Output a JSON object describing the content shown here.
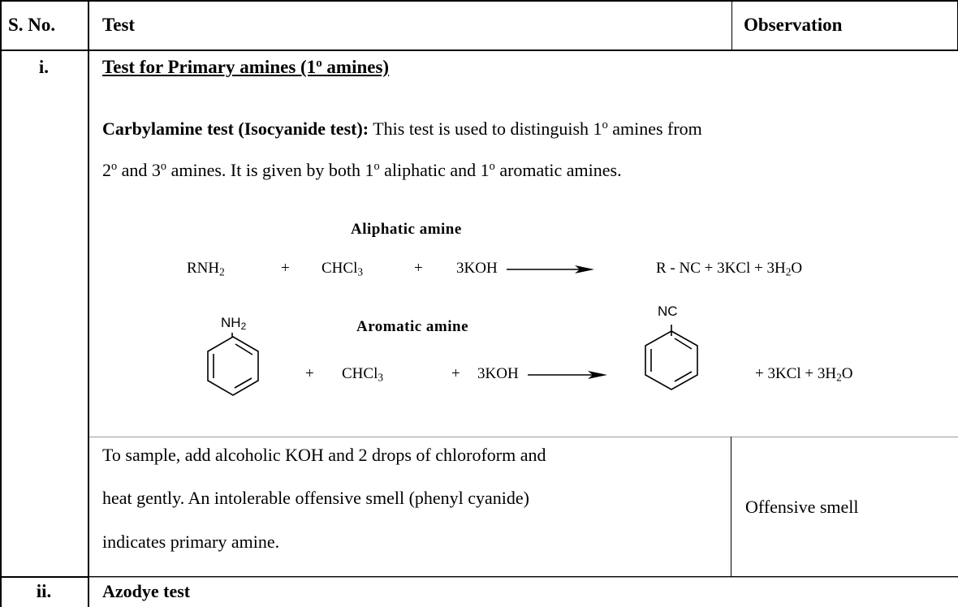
{
  "header": {
    "sno": "S. No.",
    "test": "Test",
    "observation": "Observation"
  },
  "row1": {
    "number": "i.",
    "heading_pre": "Test for Primary amines (1",
    "heading_sup": "o",
    "heading_post": " amines)",
    "carbylamine": {
      "bold_label": "Carbylamine test (Isocyanide test):",
      "line1_a": " This test is used to distinguish 1",
      "line1_b": " amines from",
      "line2_a": "2",
      "line2_b": " and 3",
      "line2_c": " amines. It is given by both 1",
      "line2_d": " aliphatic and 1",
      "line2_e": " aromatic amines.",
      "deg": "o"
    },
    "aliphatic": {
      "label": "Aliphatic amine",
      "rnh": "RNH",
      "two": "2",
      "plus": "+",
      "chcl": "CHCl",
      "three": "3",
      "koh": "3KOH",
      "products_a": "R - NC + 3KCl + 3H",
      "products_b": "O"
    },
    "aromatic": {
      "label": "Aromatic amine",
      "nh": "NH",
      "nh_sub": "2",
      "nc": "NC",
      "plus": "+",
      "chcl": "CHCl",
      "three": "3",
      "koh": "3KOH",
      "products_a": "+ 3KCl + 3H",
      "products_b": "O",
      "two": "2"
    },
    "procedure": {
      "line1": "To sample, add alcoholic KOH and 2 drops of chloroform and",
      "line2": "heat gently. An intolerable offensive smell (phenyl cyanide)",
      "line3": "indicates primary amine."
    },
    "observation": "Offensive smell"
  },
  "row2": {
    "number": "ii.",
    "heading": "Azodye test"
  }
}
